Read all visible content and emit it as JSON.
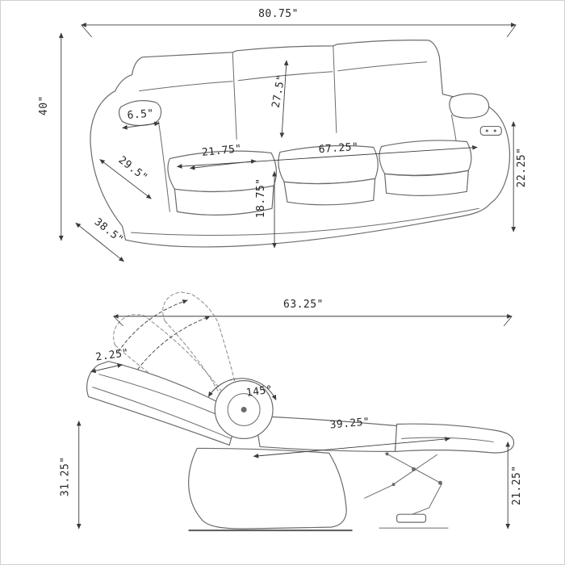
{
  "page": {
    "background": "#ffffff",
    "line_color": "#6b6b6b",
    "dimension_color": "#3b3b3b"
  },
  "sofa_diagram": {
    "name": "power reclining sofa dimensions",
    "dimensions": {
      "overall_width": "80.75\"",
      "overall_height": "40\"",
      "arm_top_width": "6.5\"",
      "back_cushion_height": "27.5\"",
      "seat_cushion_depth": "21.75\"",
      "interior_seat_width": "67.25\"",
      "arm_front_diagonal": "29.5\"",
      "seat_height": "18.75\"",
      "arm_height": "22.25\"",
      "overall_depth": "38.5\""
    }
  },
  "recliner_diagram": {
    "name": "recliner reclined position dimensions",
    "dimensions": {
      "reclined_overall_length": "63.25\"",
      "wall_clearance": "2.25\"",
      "recline_angle": "145°",
      "seat_to_footrest_length": "39.25\"",
      "reclined_back_height": "31.25\"",
      "footrest_height": "21.25\""
    }
  }
}
